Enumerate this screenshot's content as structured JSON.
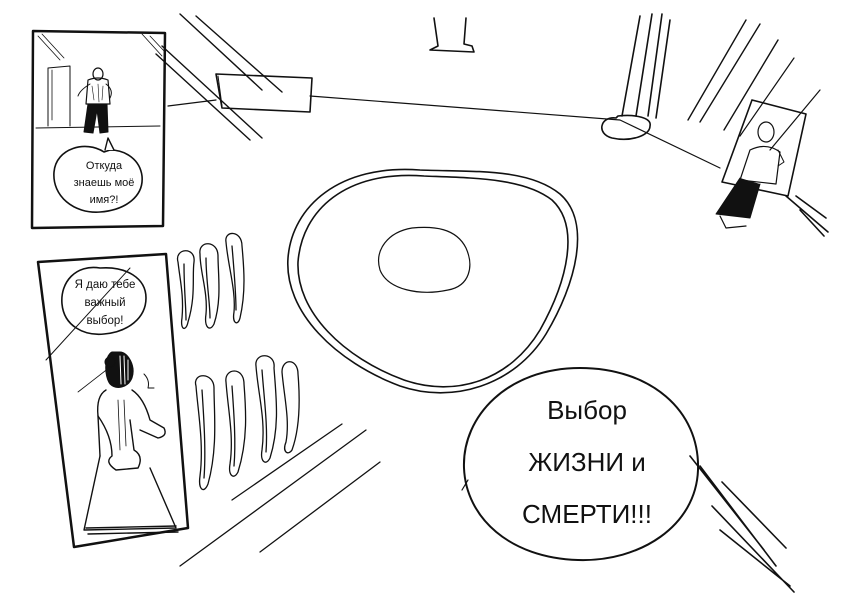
{
  "page": {
    "background_color": "#ffffff",
    "ink_color": "#111111"
  },
  "panels": [
    {
      "id": "top-left-panel",
      "speech_bubble": {
        "lines": [
          "Откуда",
          "знаешь моё",
          "имя?!"
        ]
      }
    },
    {
      "id": "bottom-left-panel",
      "speech_bubble": {
        "lines": [
          "Я даю тебе",
          "важный",
          "выбор!"
        ]
      }
    }
  ],
  "main_scene": {
    "shout_bubble": {
      "lines": [
        "Выбор",
        "ЖИЗНИ и",
        "СМЕРТИ!!!"
      ]
    }
  }
}
